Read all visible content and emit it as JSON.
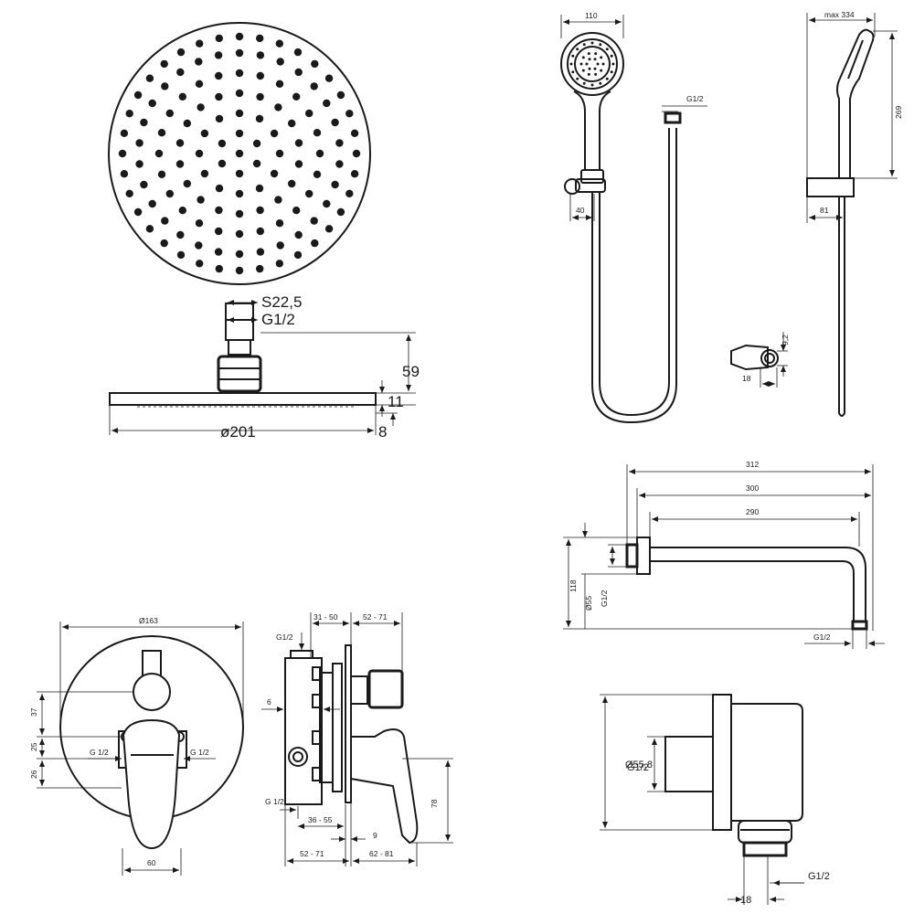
{
  "rain_shower": {
    "thread_size_label": "S22,5",
    "connection_label": "G1/2",
    "height_label": "59",
    "plate_thickness_label": "11",
    "face_thickness_label": "8",
    "diameter_label": "ø201"
  },
  "hand_shower": {
    "width_label": "110",
    "hose_connection_label": "G1/2",
    "holder_depth_label": "40"
  },
  "shower_rail_side": {
    "max_length_label": "max 334",
    "height_label": "269",
    "bracket_label": "81"
  },
  "holder_detail": {
    "height_label": "9,2",
    "width_label": "18"
  },
  "shower_arm": {
    "overall_length_label": "312",
    "length_300_label": "300",
    "length_290_label": "290",
    "height_label": "118",
    "flange_diameter_label": "Ø55",
    "wall_thread_label": "G1/2",
    "outlet_thread_label": "G1/2"
  },
  "mixer_front": {
    "diameter_label": "Ø163",
    "dim_37_label": "37",
    "dim_25_label": "25",
    "dim_26_label": "26",
    "left_port_label": "G 1/2",
    "right_port_label": "G 1/2",
    "width_label": "60"
  },
  "mixer_side": {
    "depth_range_a_label": "31 - 50",
    "depth_range_b_label": "52 - 71",
    "top_port_label": "G1/2",
    "dim_6_label": "6",
    "bottom_port_label": "G 1/2",
    "range_36_55_label": "36 - 55",
    "dim_9_label": "9",
    "height_78_label": "78",
    "bottom_range_a_label": "52 - 71",
    "bottom_range_b_label": "62 - 81"
  },
  "wall_outlet": {
    "diameter_label": "Ø55,8",
    "thread_label": "G1/2",
    "outlet_thread_label": "G1/2",
    "width_label": "18"
  }
}
